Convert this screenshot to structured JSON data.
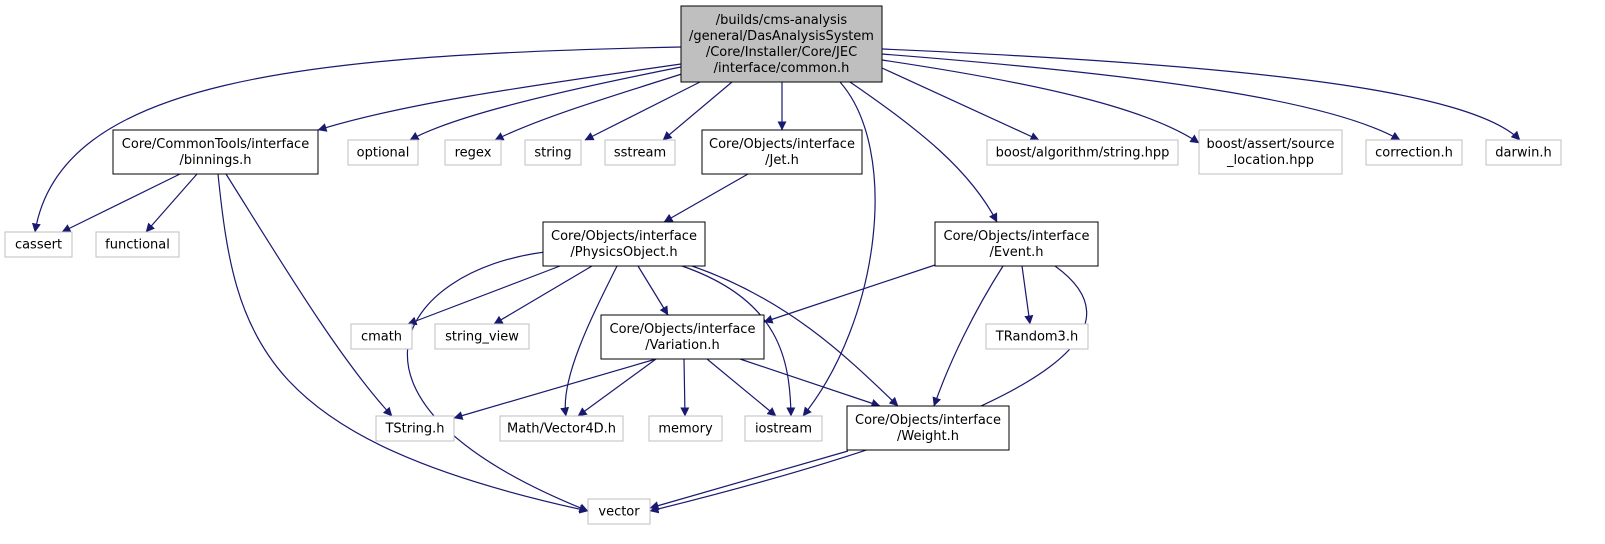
{
  "colors": {
    "root_fill": "#bfbfbf",
    "local_border": "#000000",
    "system_border": "#bfbfbf",
    "edge": "#191970"
  },
  "nodes": [
    {
      "id": "root",
      "kind": "root",
      "lines": [
        "/builds/cms-analysis",
        "/general/DasAnalysisSystem",
        "/Core/Installer/Core/JEC",
        "/interface/common.h"
      ]
    },
    {
      "id": "binnings",
      "kind": "local",
      "lines": [
        "Core/CommonTools/interface",
        "/binnings.h"
      ]
    },
    {
      "id": "optional",
      "kind": "system",
      "lines": [
        "optional"
      ]
    },
    {
      "id": "regex",
      "kind": "system",
      "lines": [
        "regex"
      ]
    },
    {
      "id": "string",
      "kind": "system",
      "lines": [
        "string"
      ]
    },
    {
      "id": "sstream",
      "kind": "system",
      "lines": [
        "sstream"
      ]
    },
    {
      "id": "jet",
      "kind": "local",
      "lines": [
        "Core/Objects/interface",
        "/Jet.h"
      ]
    },
    {
      "id": "boost_alg",
      "kind": "system",
      "lines": [
        "boost/algorithm/string.hpp"
      ]
    },
    {
      "id": "boost_assert",
      "kind": "system",
      "lines": [
        "boost/assert/source",
        "_location.hpp"
      ]
    },
    {
      "id": "correction",
      "kind": "system",
      "lines": [
        "correction.h"
      ]
    },
    {
      "id": "darwin",
      "kind": "system",
      "lines": [
        "darwin.h"
      ]
    },
    {
      "id": "cassert",
      "kind": "system",
      "lines": [
        "cassert"
      ]
    },
    {
      "id": "functional",
      "kind": "system",
      "lines": [
        "functional"
      ]
    },
    {
      "id": "physics",
      "kind": "local",
      "lines": [
        "Core/Objects/interface",
        "/PhysicsObject.h"
      ]
    },
    {
      "id": "event",
      "kind": "local",
      "lines": [
        "Core/Objects/interface",
        "/Event.h"
      ]
    },
    {
      "id": "cmath",
      "kind": "system",
      "lines": [
        "cmath"
      ]
    },
    {
      "id": "string_view",
      "kind": "system",
      "lines": [
        "string_view"
      ]
    },
    {
      "id": "variation",
      "kind": "local",
      "lines": [
        "Core/Objects/interface",
        "/Variation.h"
      ]
    },
    {
      "id": "trandom",
      "kind": "system",
      "lines": [
        "TRandom3.h"
      ]
    },
    {
      "id": "tstring",
      "kind": "system",
      "lines": [
        "TString.h"
      ]
    },
    {
      "id": "vector4d",
      "kind": "system",
      "lines": [
        "Math/Vector4D.h"
      ]
    },
    {
      "id": "memory",
      "kind": "system",
      "lines": [
        "memory"
      ]
    },
    {
      "id": "iostream",
      "kind": "system",
      "lines": [
        "iostream"
      ]
    },
    {
      "id": "weight",
      "kind": "local",
      "lines": [
        "Core/Objects/interface",
        "/Weight.h"
      ]
    },
    {
      "id": "vector",
      "kind": "system",
      "lines": [
        "vector"
      ]
    }
  ],
  "edges": [
    {
      "from": "root",
      "to": "cassert"
    },
    {
      "from": "root",
      "to": "binnings"
    },
    {
      "from": "root",
      "to": "optional"
    },
    {
      "from": "root",
      "to": "regex"
    },
    {
      "from": "root",
      "to": "string"
    },
    {
      "from": "root",
      "to": "sstream"
    },
    {
      "from": "root",
      "to": "jet"
    },
    {
      "from": "root",
      "to": "iostream"
    },
    {
      "from": "root",
      "to": "event"
    },
    {
      "from": "root",
      "to": "boost_alg"
    },
    {
      "from": "root",
      "to": "boost_assert"
    },
    {
      "from": "root",
      "to": "correction"
    },
    {
      "from": "root",
      "to": "darwin"
    },
    {
      "from": "binnings",
      "to": "cassert"
    },
    {
      "from": "binnings",
      "to": "functional"
    },
    {
      "from": "binnings",
      "to": "tstring"
    },
    {
      "from": "binnings",
      "to": "vector"
    },
    {
      "from": "jet",
      "to": "physics"
    },
    {
      "from": "physics",
      "to": "vector"
    },
    {
      "from": "physics",
      "to": "cmath"
    },
    {
      "from": "physics",
      "to": "string_view"
    },
    {
      "from": "physics",
      "to": "vector4d"
    },
    {
      "from": "physics",
      "to": "variation"
    },
    {
      "from": "physics",
      "to": "iostream"
    },
    {
      "from": "physics",
      "to": "weight"
    },
    {
      "from": "event",
      "to": "variation"
    },
    {
      "from": "event",
      "to": "trandom"
    },
    {
      "from": "event",
      "to": "weight"
    },
    {
      "from": "event",
      "to": "vector"
    },
    {
      "from": "variation",
      "to": "tstring"
    },
    {
      "from": "variation",
      "to": "vector4d"
    },
    {
      "from": "variation",
      "to": "memory"
    },
    {
      "from": "variation",
      "to": "iostream"
    },
    {
      "from": "variation",
      "to": "weight"
    },
    {
      "from": "weight",
      "to": "vector"
    }
  ]
}
